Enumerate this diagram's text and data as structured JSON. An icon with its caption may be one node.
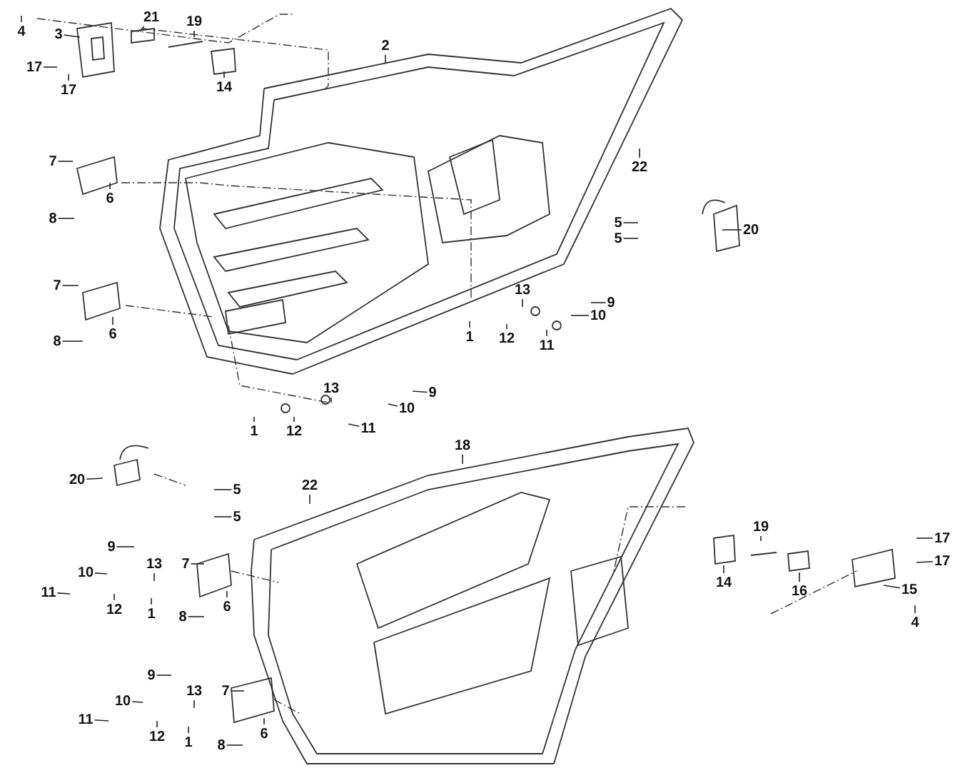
{
  "diagram": {
    "nodes": [
      {
        "text": [
          "4"
        ]
      },
      {
        "text": [
          "3"
        ]
      },
      {
        "text": [
          "21"
        ]
      },
      {
        "text": [
          "19"
        ]
      },
      {
        "text": [
          "14"
        ]
      },
      {
        "text": [
          "17"
        ]
      },
      {
        "text": [
          "17"
        ]
      },
      {
        "text": [
          "2"
        ]
      },
      {
        "text": [
          "22"
        ]
      },
      {
        "text": [
          "7"
        ]
      },
      {
        "text": [
          "6"
        ]
      },
      {
        "text": [
          "8"
        ]
      },
      {
        "text": [
          "7"
        ]
      },
      {
        "text": [
          "6"
        ]
      },
      {
        "text": [
          "8"
        ]
      },
      {
        "text": [
          "5"
        ]
      },
      {
        "text": [
          "5"
        ]
      },
      {
        "text": [
          "20"
        ]
      },
      {
        "text": [
          "13"
        ]
      },
      {
        "text": [
          "9"
        ]
      },
      {
        "text": [
          "10"
        ]
      },
      {
        "text": [
          "1"
        ]
      },
      {
        "text": [
          "12"
        ]
      },
      {
        "text": [
          "11"
        ]
      },
      {
        "text": [
          "13"
        ]
      },
      {
        "text": [
          "9"
        ]
      },
      {
        "text": [
          "10"
        ]
      },
      {
        "text": [
          "1"
        ]
      },
      {
        "text": [
          "12"
        ]
      },
      {
        "text": [
          "11"
        ]
      },
      {
        "text": [
          "18"
        ]
      },
      {
        "text": [
          "20"
        ]
      },
      {
        "text": [
          "5"
        ]
      },
      {
        "text": [
          "5"
        ]
      },
      {
        "text": [
          "22"
        ]
      },
      {
        "text": [
          "9"
        ]
      },
      {
        "text": [
          "10"
        ]
      },
      {
        "text": [
          "13"
        ]
      },
      {
        "text": [
          "7"
        ]
      },
      {
        "text": [
          "11"
        ]
      },
      {
        "text": [
          "12"
        ]
      },
      {
        "text": [
          "1"
        ]
      },
      {
        "text": [
          "8"
        ]
      },
      {
        "text": [
          "6"
        ]
      },
      {
        "text": [
          "9"
        ]
      },
      {
        "text": [
          "10"
        ]
      },
      {
        "text": [
          "13"
        ]
      },
      {
        "text": [
          "7"
        ]
      },
      {
        "text": [
          "11"
        ]
      },
      {
        "text": [
          "12"
        ]
      },
      {
        "text": [
          "1"
        ]
      },
      {
        "text": [
          "8"
        ]
      },
      {
        "text": [
          "6"
        ]
      },
      {
        "text": [
          "19"
        ]
      },
      {
        "text": [
          "14"
        ]
      },
      {
        "text": [
          "16"
        ]
      },
      {
        "text": [
          "17"
        ]
      },
      {
        "text": [
          "17"
        ]
      },
      {
        "text": [
          "15"
        ]
      },
      {
        "text": [
          "4"
        ]
      }
    ],
    "edges": [
      {
        "from": 0,
        "to": null,
        "arrow": "none"
      },
      {
        "from": 1,
        "to": null,
        "arrow": "none"
      },
      {
        "from": 2,
        "to": null,
        "arrow": "none"
      },
      {
        "from": 3,
        "to": null,
        "arrow": "none"
      },
      {
        "from": 4,
        "to": null,
        "arrow": "none"
      },
      {
        "from": 5,
        "to": null,
        "arrow": "none"
      },
      {
        "from": 6,
        "to": null,
        "arrow": "none"
      },
      {
        "from": 7,
        "to": null,
        "arrow": "none"
      },
      {
        "from": 8,
        "to": null,
        "arrow": "none"
      },
      {
        "from": 9,
        "to": null,
        "arrow": "none"
      },
      {
        "from": 10,
        "to": null,
        "arrow": "none"
      },
      {
        "from": 11,
        "to": null,
        "arrow": "none"
      },
      {
        "from": 12,
        "to": null,
        "arrow": "none"
      },
      {
        "from": 13,
        "to": null,
        "arrow": "none"
      },
      {
        "from": 14,
        "to": null,
        "arrow": "none"
      },
      {
        "from": 15,
        "to": null,
        "arrow": "none"
      },
      {
        "from": 16,
        "to": null,
        "arrow": "none"
      },
      {
        "from": 17,
        "to": null,
        "arrow": "none"
      },
      {
        "from": 18,
        "to": null,
        "arrow": "none"
      },
      {
        "from": 19,
        "to": null,
        "arrow": "none"
      },
      {
        "from": 20,
        "to": null,
        "arrow": "none"
      },
      {
        "from": 21,
        "to": null,
        "arrow": "none"
      },
      {
        "from": 22,
        "to": null,
        "arrow": "none"
      },
      {
        "from": 23,
        "to": null,
        "arrow": "none"
      },
      {
        "from": 24,
        "to": null,
        "arrow": "none"
      },
      {
        "from": 25,
        "to": null,
        "arrow": "none"
      },
      {
        "from": 26,
        "to": null,
        "arrow": "none"
      },
      {
        "from": 27,
        "to": null,
        "arrow": "none"
      },
      {
        "from": 28,
        "to": null,
        "arrow": "none"
      },
      {
        "from": 29,
        "to": null,
        "arrow": "none"
      },
      {
        "from": 30,
        "to": null,
        "arrow": "none"
      },
      {
        "from": 31,
        "to": null,
        "arrow": "none"
      },
      {
        "from": 32,
        "to": null,
        "arrow": "none"
      },
      {
        "from": 33,
        "to": null,
        "arrow": "none"
      },
      {
        "from": 34,
        "to": null,
        "arrow": "none"
      },
      {
        "from": 35,
        "to": null,
        "arrow": "none"
      },
      {
        "from": 36,
        "to": null,
        "arrow": "none"
      },
      {
        "from": 37,
        "to": null,
        "arrow": "none"
      },
      {
        "from": 38,
        "to": null,
        "arrow": "none"
      },
      {
        "from": 39,
        "to": null,
        "arrow": "none"
      },
      {
        "from": 40,
        "to": null,
        "arrow": "none"
      },
      {
        "from": 41,
        "to": null,
        "arrow": "none"
      },
      {
        "from": 42,
        "to": null,
        "arrow": "none"
      },
      {
        "from": 43,
        "to": null,
        "arrow": "none"
      },
      {
        "from": 44,
        "to": null,
        "arrow": "none"
      },
      {
        "from": 45,
        "to": null,
        "arrow": "none"
      },
      {
        "from": 46,
        "to": null,
        "arrow": "none"
      },
      {
        "from": 47,
        "to": null,
        "arrow": "none"
      },
      {
        "from": 48,
        "to": null,
        "arrow": "none"
      },
      {
        "from": 49,
        "to": null,
        "arrow": "none"
      },
      {
        "from": 50,
        "to": null,
        "arrow": "none"
      },
      {
        "from": 51,
        "to": null,
        "arrow": "none"
      },
      {
        "from": 52,
        "to": null,
        "arrow": "none"
      },
      {
        "from": 53,
        "to": null,
        "arrow": "none"
      },
      {
        "from": 54,
        "to": null,
        "arrow": "none"
      },
      {
        "from": 55,
        "to": null,
        "arrow": "none"
      },
      {
        "from": 56,
        "to": null,
        "arrow": "none"
      },
      {
        "from": 57,
        "to": null,
        "arrow": "none"
      },
      {
        "from": 58,
        "to": null,
        "arrow": "none"
      },
      {
        "from": 59,
        "to": null,
        "arrow": "none"
      }
    ]
  }
}
